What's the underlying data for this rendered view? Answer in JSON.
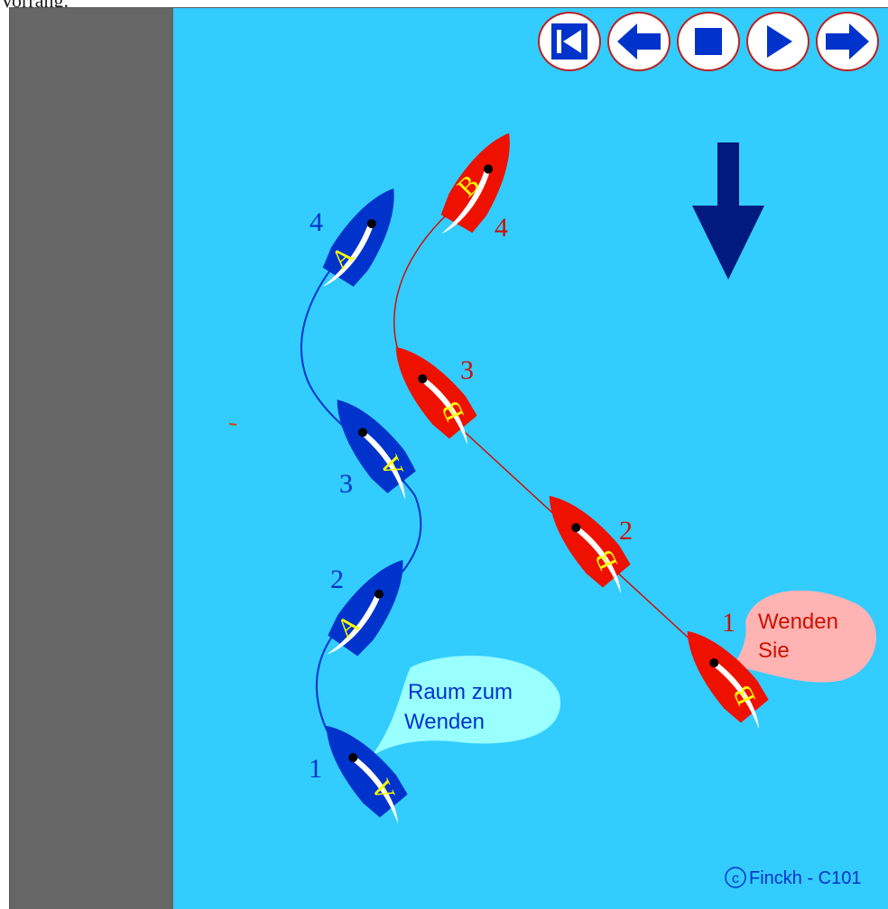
{
  "header": {
    "partial_text": "Vorrang."
  },
  "controls": [
    {
      "name": "rewind-to-start-button",
      "icon": "skip-back-icon"
    },
    {
      "name": "step-back-button",
      "icon": "arrow-left-icon"
    },
    {
      "name": "stop-button",
      "icon": "stop-square-icon"
    },
    {
      "name": "play-button",
      "icon": "play-triangle-icon"
    },
    {
      "name": "step-forward-button",
      "icon": "arrow-right-icon"
    }
  ],
  "colors": {
    "water": "#33ccff",
    "shore": "#666666",
    "boat_a": "#0033cc",
    "boat_b": "#ee1100",
    "letter": "#ffff00",
    "wind_arrow": "#001a80",
    "bubble_a": "#99ffff",
    "bubble_b": "#ffb3b3"
  },
  "wind": {
    "icon": "wind-direction-arrow-icon",
    "direction": "down"
  },
  "boat_a": {
    "letter": "A",
    "positions": [
      {
        "label": "1"
      },
      {
        "label": "2"
      },
      {
        "label": "3"
      },
      {
        "label": "4"
      }
    ],
    "speech": [
      "Raum zum",
      "Wenden"
    ]
  },
  "boat_b": {
    "letter": "B",
    "positions": [
      {
        "label": "1"
      },
      {
        "label": "2"
      },
      {
        "label": "3"
      },
      {
        "label": "4"
      }
    ],
    "speech": [
      "Wenden",
      "Sie"
    ]
  },
  "copyright": {
    "symbol": "c",
    "text": "Finckh - C101"
  }
}
